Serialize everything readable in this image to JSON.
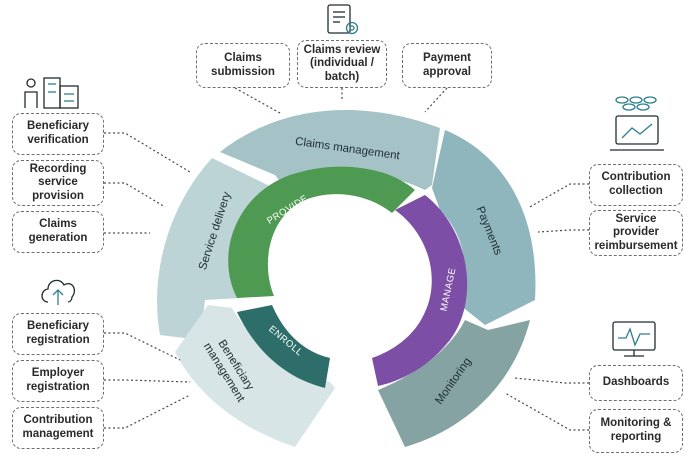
{
  "segments": {
    "claims_management": "Claims management",
    "payments": "Payments",
    "monitoring": "Monitoring",
    "beneficiary_management": "Beneficiary\nmanagement",
    "service_delivery": "Service delivery"
  },
  "ring": {
    "provide": "PROVIDE",
    "manage": "MANAGE",
    "enroll": "ENROLL"
  },
  "boxes": {
    "claims_submission": "Claims\nsubmission",
    "claims_review": "Claims review\n(individual /\nbatch)",
    "payment_approval": "Payment\napproval",
    "beneficiary_verification": "Beneficiary\nverification",
    "recording_service_provision": "Recording\nservice\nprovision",
    "claims_generation": "Claims\ngeneration",
    "beneficiary_registration": "Beneficiary\nregistration",
    "employer_registration": "Employer\nregistration",
    "contribution_management": "Contribution\nmanagement",
    "contribution_collection": "Contribution\ncollection",
    "service_provider_reimbursement": "Service\nprovider\nreimbursement",
    "dashboards": "Dashboards",
    "monitoring_reporting": "Monitoring &\nreporting"
  },
  "icons": {
    "top": "document-gear-icon",
    "left_top": "person-building-icon",
    "left_bottom": "cloud-upload-icon",
    "right_top": "coins-laptop-icon",
    "right_bottom": "monitor-pulse-icon"
  },
  "colors": {
    "claims_management": "#a5c3c6",
    "payments": "#8fb5bd",
    "monitoring": "#86a3a3",
    "beneficiary_management": "#d7e5e6",
    "service_delivery": "#bcd4d5",
    "provide": "#4f9a52",
    "manage": "#7d4ea6",
    "enroll": "#2d6e6a"
  }
}
